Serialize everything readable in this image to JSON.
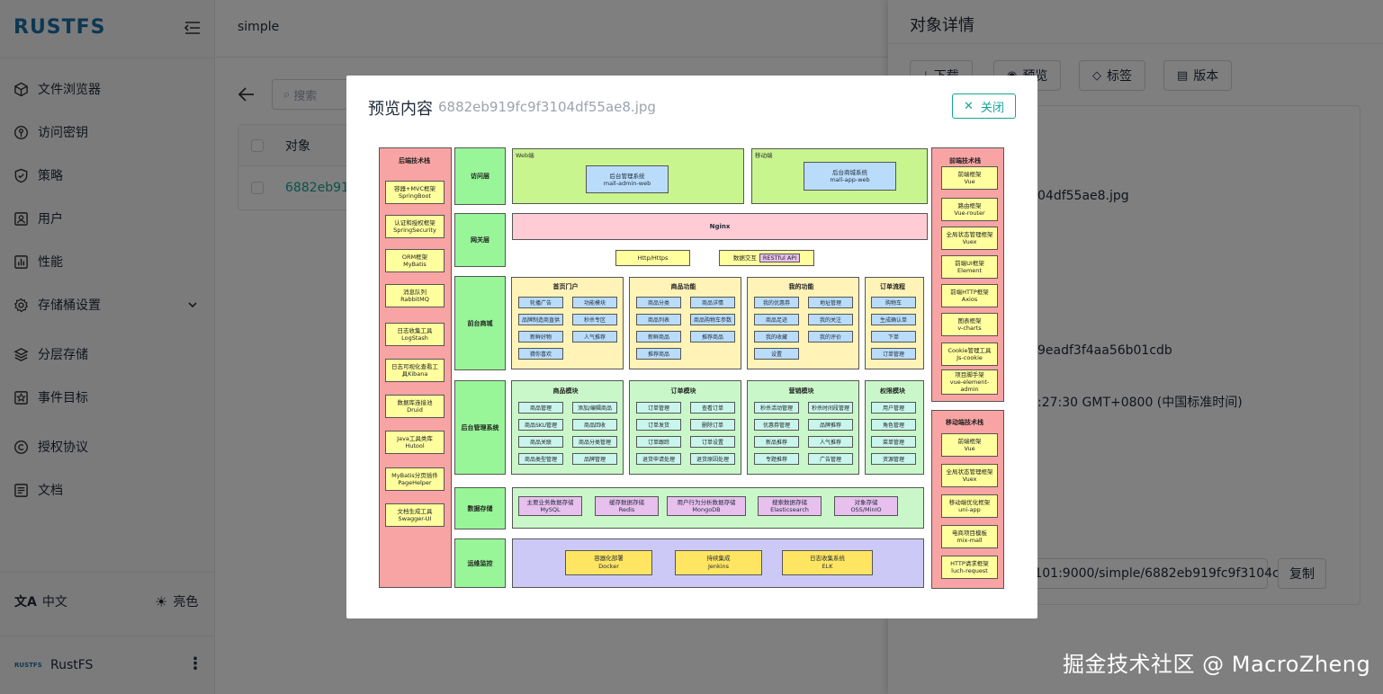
{
  "app": {
    "logo_text": "RUSTFS",
    "bucket": "simple",
    "footer_brand": "RustFS",
    "footer_logo": "RUSTFS"
  },
  "sidebar": {
    "items": [
      {
        "label": "文件浏览器",
        "icon": "cube-icon"
      },
      {
        "label": "访问密钥",
        "icon": "key-icon"
      },
      {
        "label": "策略",
        "icon": "shield-icon"
      },
      {
        "label": "用户",
        "icon": "user-icon"
      },
      {
        "label": "性能",
        "icon": "chart-icon"
      },
      {
        "label": "存储桶设置",
        "icon": "gear-icon"
      },
      {
        "label": "分层存储",
        "icon": "layers-icon"
      },
      {
        "label": "事件目标",
        "icon": "star-icon"
      },
      {
        "label": "授权协议",
        "icon": "copyright-icon"
      },
      {
        "label": "文档",
        "icon": "doc-icon"
      }
    ],
    "language": "中文",
    "theme": "亮色"
  },
  "browser": {
    "search_placeholder": "搜索",
    "column_object": "对象",
    "row_object": "6882eb91"
  },
  "drawer": {
    "title": "对象详情",
    "buttons": {
      "download": "下载",
      "preview": "预览",
      "tags": "标签",
      "version": "版本"
    },
    "filename_tail": "04df55ae8.jpg",
    "etag_tail": "9eadf3f4aa56b01cdb",
    "time_tail": ":27:30 GMT+0800 (中国标准时间)",
    "url_value": "3.101:9000/simple/6882eb919fc9f3104c",
    "copy": "复制"
  },
  "modal": {
    "title": "预览内容",
    "filename": "6882eb919fc9f3104df55ae8.jpg",
    "close": "关闭"
  },
  "diagram": {
    "left_title": "后端技术栈",
    "left_items": [
      [
        "容器+MVC框架",
        "SpringBoot"
      ],
      [
        "认证和授权框架",
        "SpringSecurity"
      ],
      [
        "ORM框架",
        "MyBatis"
      ],
      [
        "消息队列",
        "RabbitMQ"
      ],
      [
        "日志收集工具",
        "LogStash"
      ],
      [
        "日志可视化查看工",
        "具Kibana"
      ],
      [
        "数据库连接池",
        "Druid"
      ],
      [
        "Java工具类库",
        "Hutool"
      ],
      [
        "MyBatis分页插件",
        "PageHelper"
      ],
      [
        "文档生成工具",
        "Swagger-UI"
      ]
    ],
    "right_title": "前端技术栈",
    "right_items": [
      [
        "前端框架",
        "Vue"
      ],
      [
        "路由框架",
        "Vue-router"
      ],
      [
        "全局状态管理框架",
        "Vuex"
      ],
      [
        "前端UI框架",
        "Element"
      ],
      [
        "前端HTTP框架",
        "Axios"
      ],
      [
        "图表框架",
        "v-charts"
      ],
      [
        "Cookie管理工具",
        "Js-cookie"
      ],
      [
        "项目脚手架",
        "vue-element-",
        "admin"
      ]
    ],
    "mobile_title": "移动端技术栈",
    "mobile_items": [
      [
        "前端框架",
        "Vue"
      ],
      [
        "全局状态管理框架",
        "Vuex"
      ],
      [
        "移动端优化框架",
        "uni-app"
      ],
      [
        "电商项目模板",
        "mix-mall"
      ],
      [
        "HTTP请求框架",
        "luch-request"
      ]
    ],
    "layers": [
      "访问层",
      "网关层",
      "前台商城",
      "后台管理系统",
      "数据存储",
      "运维监控"
    ],
    "web_label": "Web端",
    "mobile_label": "移动端",
    "web_app": [
      "后台管理系统",
      "mall-admin-web"
    ],
    "mobile_app": [
      "后台商城系统",
      "mall-app-web"
    ],
    "nginx": "Nginx",
    "http": "Http/Https",
    "data_exchange": "数据交互",
    "restful": "RESTful API",
    "front_modules": [
      {
        "title": "首页门户",
        "items": [
          "轮播广告",
          "功能模块",
          "品牌制造商直供",
          "秒杀专区",
          "新鲜好物",
          "人气推荐",
          "猜你喜欢"
        ]
      },
      {
        "title": "商品功能",
        "items": [
          "商品分类",
          "商品详情",
          "商品列表",
          "商品购物车参数",
          "新鲜商品",
          "推荐商品",
          "推荐商品"
        ]
      },
      {
        "title": "我的功能",
        "items": [
          "我的优惠券",
          "地址管理",
          "商品足迹",
          "我的关注",
          "我的收藏",
          "我的评价",
          "设置"
        ]
      },
      {
        "title": "订单流程",
        "items": [
          "购物车",
          "生成确认单",
          "下单",
          "订单管理"
        ]
      }
    ],
    "admin_modules": [
      {
        "title": "商品模块",
        "items": [
          "商品管理",
          "添加/编辑商品",
          "商品SKU管理",
          "商品回收",
          "商品关联",
          "商品分类管理",
          "商品类型管理",
          "品牌管理"
        ]
      },
      {
        "title": "订单模块",
        "items": [
          "订单管理",
          "查看订单",
          "订单发货",
          "删除订单",
          "订单跟踪",
          "订单设置",
          "退货申请处理",
          "退货原因处理"
        ]
      },
      {
        "title": "营销模块",
        "items": [
          "秒杀活动管理",
          "秒杀时间段管理",
          "优惠券管理",
          "品牌推荐",
          "新品推荐",
          "人气推荐",
          "专题推荐",
          "广告管理"
        ]
      },
      {
        "title": "权限模块",
        "items": [
          "用户管理",
          "角色管理",
          "菜单管理",
          "资源管理"
        ]
      }
    ],
    "storage": [
      [
        "主要业务数据存储",
        "MySQL"
      ],
      [
        "缓存数据存储",
        "Redis"
      ],
      [
        "用户行为分析数据存储",
        "MongoDB"
      ],
      [
        "搜索数据存储",
        "Elasticsearch"
      ],
      [
        "对象存储",
        "OSS/MinIO"
      ]
    ],
    "ops": [
      [
        "容器化部署",
        "Docker"
      ],
      [
        "持续集成",
        "Jenkins"
      ],
      [
        "日志收集系统",
        "ELK"
      ]
    ]
  },
  "watermark": "掘金技术社区 @ MacroZheng"
}
